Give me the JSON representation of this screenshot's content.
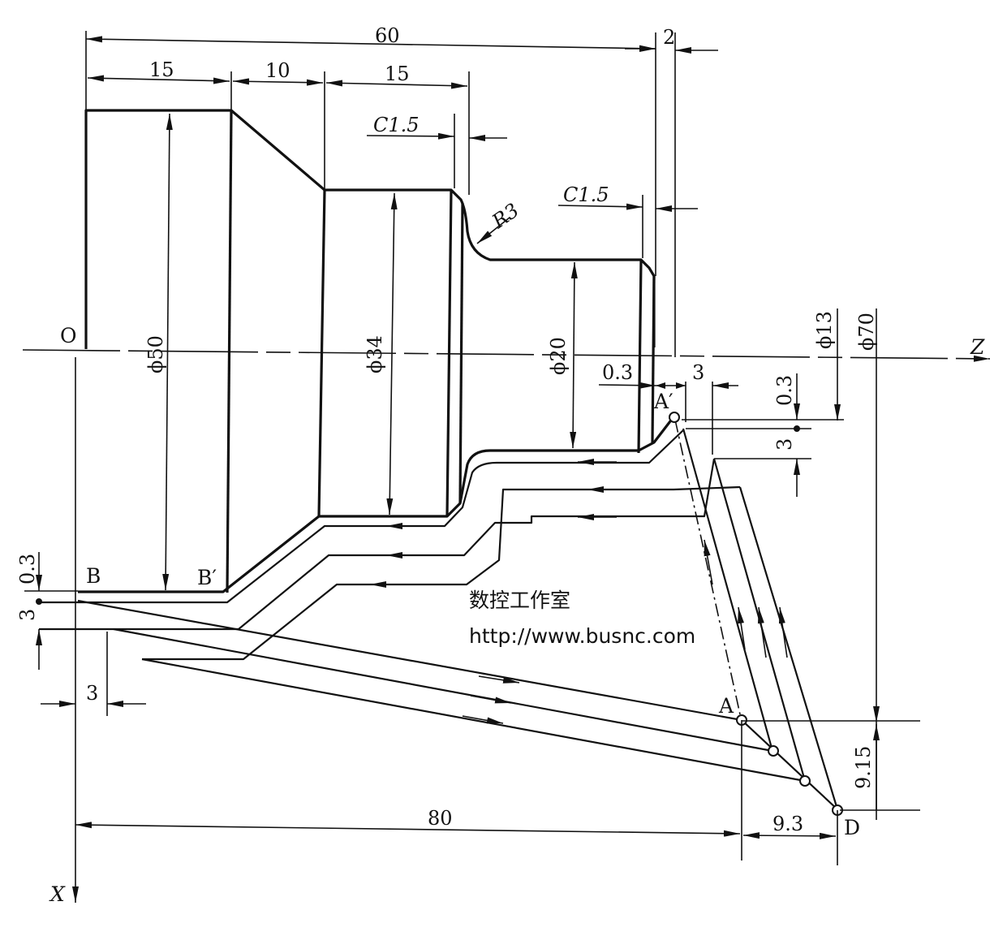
{
  "labels": {
    "origin": "O",
    "axis_z": "Z",
    "axis_x": "X",
    "pt_b": "B",
    "pt_b_prime": "B′",
    "pt_a": "A",
    "pt_a_prime": "A′",
    "pt_d": "D"
  },
  "dimensions": {
    "total_length": "60",
    "clearance_2": "2",
    "seg1_15": "15",
    "seg2_10": "10",
    "seg3_15": "15",
    "chamfer_left": "C1.5",
    "chamfer_right": "C1.5",
    "radius": "R3",
    "dia_50": "ϕ50",
    "dia_34": "ϕ34",
    "dia_20": "ϕ20",
    "dia_13": "ϕ13",
    "dia_70": "ϕ70",
    "allow_03_z": "0.3",
    "step_3_z": "3",
    "allow_03_x_right": "0.3",
    "step_3_x_right": "3",
    "allow_03_x_left": "0.3",
    "step_3_x_left": "3",
    "step_3_bottom": "3",
    "dist_80": "80",
    "dist_93": "9.3",
    "dist_915": "9.15"
  },
  "watermark": {
    "title": "数控工作室",
    "url": "http://www.busnc.com"
  }
}
